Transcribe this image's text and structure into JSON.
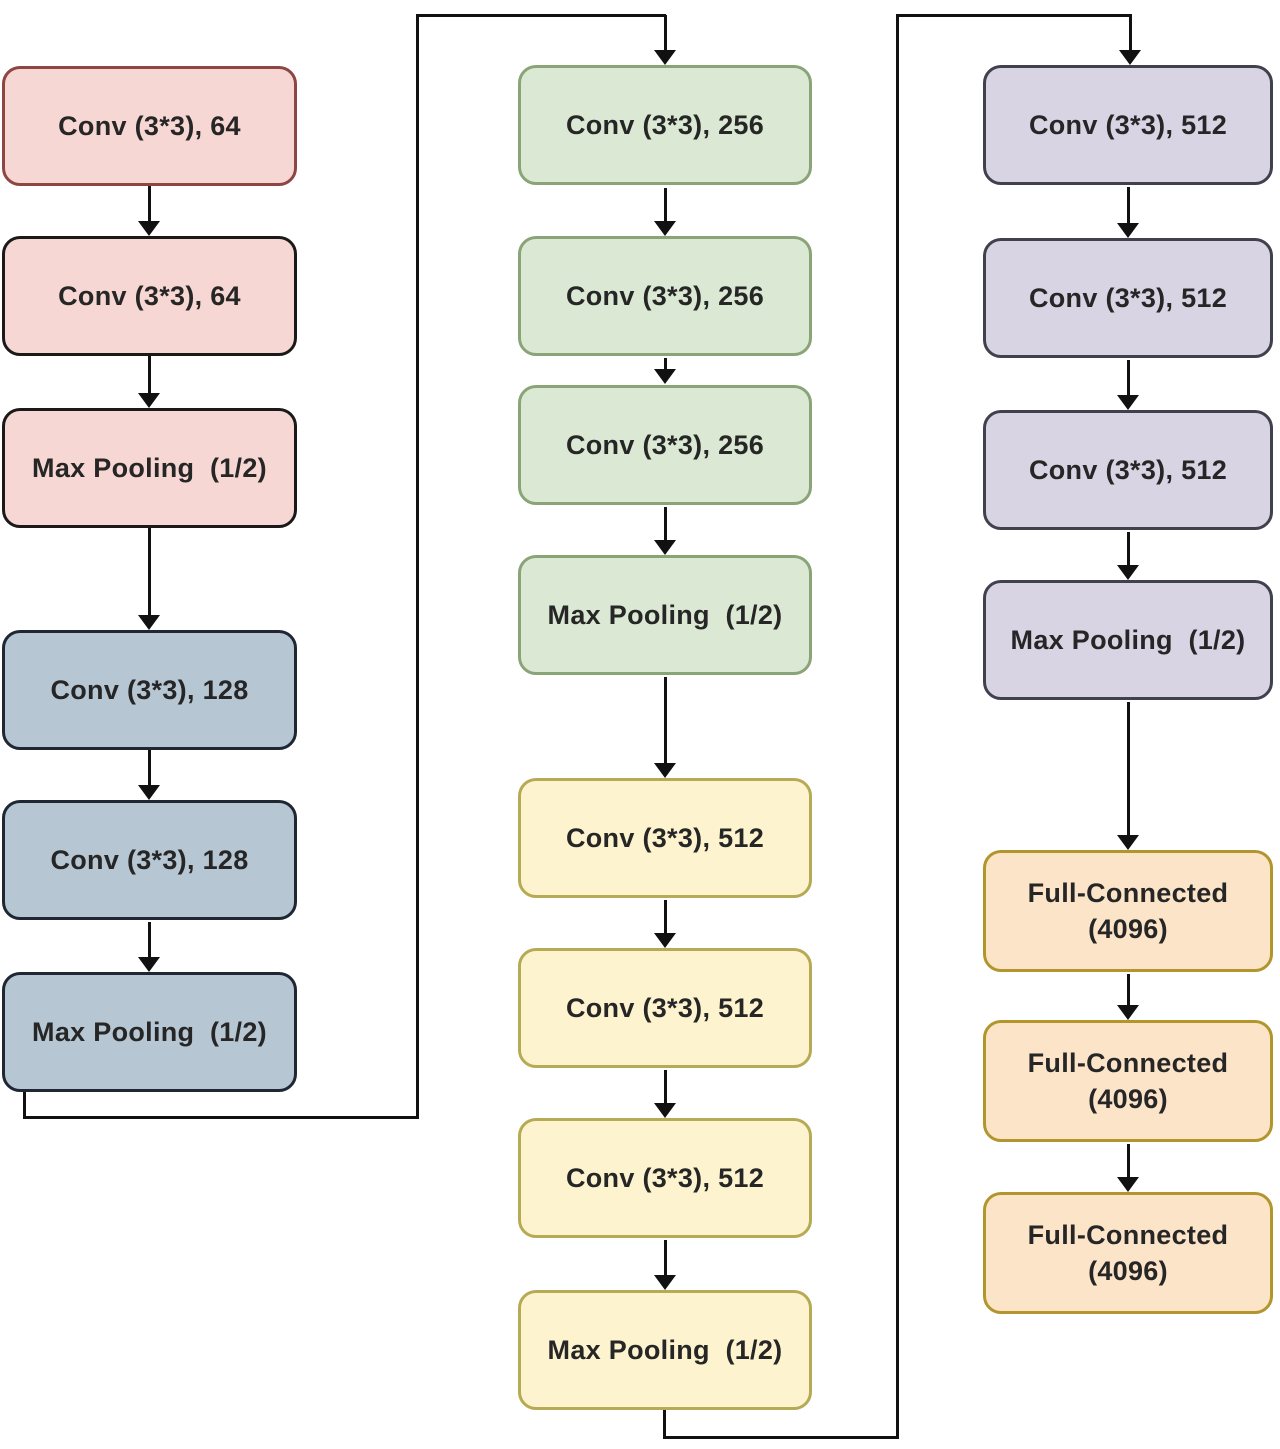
{
  "diagram": {
    "type": "flowchart",
    "columns": [
      {
        "boxes": [
          {
            "label": "Conv (3*3), 64"
          },
          {
            "label": "Conv (3*3), 64"
          },
          {
            "label": "Max Pooling  (1/2)"
          },
          {
            "label": "Conv (3*3), 128"
          },
          {
            "label": "Conv (3*3), 128"
          },
          {
            "label": "Max Pooling  (1/2)"
          }
        ]
      },
      {
        "boxes": [
          {
            "label": "Conv (3*3), 256"
          },
          {
            "label": "Conv (3*3), 256"
          },
          {
            "label": "Conv (3*3), 256"
          },
          {
            "label": "Max Pooling  (1/2)"
          },
          {
            "label": "Conv (3*3), 512"
          },
          {
            "label": "Conv (3*3), 512"
          },
          {
            "label": "Conv (3*3), 512"
          },
          {
            "label": "Max Pooling  (1/2)"
          }
        ]
      },
      {
        "boxes": [
          {
            "label": "Conv (3*3), 512"
          },
          {
            "label": "Conv (3*3), 512"
          },
          {
            "label": "Conv (3*3), 512"
          },
          {
            "label": "Max Pooling  (1/2)"
          },
          {
            "label": "Full-Connected\n(4096)"
          },
          {
            "label": "Full-Connected\n(4096)"
          },
          {
            "label": "Full-Connected\n(4096)"
          }
        ]
      }
    ]
  },
  "colors": {
    "block1_fill": "#f7d7d3",
    "block1_border_first": "#8e4644",
    "dark_border": "#1a1a1a",
    "block2_fill": "#b7c6d3",
    "block2_border": "#1f2733",
    "block3_fill": "#dbe9d4",
    "block3_border": "#8aa478",
    "block4_fill": "#fdf4cf",
    "block4_border": "#b7aa55",
    "block5_fill": "#d8d4e4",
    "block5_border": "#41414d",
    "fc_fill": "#fce4c9",
    "fc_border": "#b2952d",
    "line": "#111111"
  }
}
